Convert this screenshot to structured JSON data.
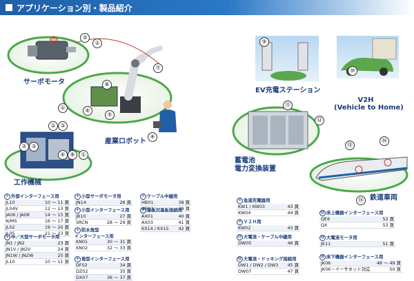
{
  "header": {
    "title": "アプリケーション別・製品紹介"
  },
  "labels": {
    "servo": "サーボモータ",
    "robot": "産業ロボット",
    "machine": "工作機械",
    "ev": "EV充電ステーション",
    "v2h_1": "V2H",
    "v2h_2": "(Vehicle to Home)",
    "storage_1": "蓄電池",
    "storage_2": "電力変換装置",
    "rail": "鉄道車両"
  },
  "markers": {
    "m1": "①",
    "m2": "②",
    "m3": "③",
    "m4": "④",
    "m5": "⑤",
    "m6": "⑥",
    "m7": "⑦",
    "m8": "⑧",
    "m9": "⑨",
    "m10": "⑩",
    "m11": "⑪",
    "m12": "⑫",
    "m13": "⑬",
    "m14": "⑭",
    "m15": "⑮"
  },
  "sections": [
    {
      "num": "①",
      "title": "外部インターフェース用",
      "rows": [
        [
          "JL10",
          "10 ～ 11 頁"
        ],
        [
          "JL04V",
          "12 ～ 13 頁"
        ],
        [
          "JA06 / JA08",
          "14 ～ 15 頁"
        ],
        [
          "N/MS",
          "16 ～ 17 頁"
        ],
        [
          "JL02",
          "19 ～ 20 頁"
        ],
        [
          "JL05",
          "21 ～ 23 頁"
        ]
      ]
    },
    {
      "num": "②",
      "title": "中／大型サーボモータ用",
      "rows": [
        [
          "JN1 / JN2",
          "23 頁"
        ],
        [
          "JN1V / JN2V",
          "24 頁"
        ],
        [
          "JN1W / JN2W",
          "25 頁"
        ],
        [
          "JL10",
          "10 ～ 11 頁"
        ]
      ]
    },
    {
      "num": "③",
      "title": "小型サーボモータ用",
      "rows": [
        [
          "JN14",
          "26 頁"
        ]
      ]
    },
    {
      "num": "④",
      "title": "小型インターフェース用",
      "rows": [
        [
          "JB10",
          "27 頁"
        ],
        [
          "SRCN",
          "28 ～ 29 頁"
        ]
      ]
    },
    {
      "num": "⑤",
      "title": "防水角型\nインターフェース用",
      "rows": [
        [
          "KN01",
          "30 ～ 31 頁"
        ],
        [
          "KN02",
          "32 ～ 33 頁"
        ]
      ]
    },
    {
      "num": "⑥",
      "title": "角型インターフェース用",
      "rows": [
        [
          "DF02",
          "34 頁"
        ],
        [
          "DZ02",
          "35 頁"
        ],
        [
          "DX07",
          "36 ～ 37 頁"
        ]
      ]
    },
    {
      "num": "⑦",
      "title": "ケーブル中継用",
      "rows": [
        [
          "HB01",
          "38 頁"
        ],
        [
          "HB03",
          "39 頁"
        ]
      ]
    },
    {
      "num": "⑧",
      "title": "基板対基板接続用",
      "rows": [
        [
          "AX01",
          "40 頁"
        ],
        [
          "AX03",
          "41 頁"
        ],
        [
          "KX14 / KX15",
          "42 頁"
        ]
      ]
    },
    {
      "num": "⑨",
      "title": "急速充電器用",
      "rows": [
        [
          "KW1 / KW03",
          "43 頁"
        ],
        [
          "KW04",
          "44 頁"
        ]
      ]
    },
    {
      "num": "⑩",
      "title": "Ｖ２Ｈ用",
      "rows": [
        [
          "KW02",
          "43 頁"
        ]
      ]
    },
    {
      "num": "⑪",
      "title": "大電流・ケーブル中継用",
      "rows": [
        [
          "DW05",
          "46 頁"
        ]
      ]
    },
    {
      "num": "⑫",
      "title": "大電流・ドッキング接続用",
      "rows": [
        [
          "DW1 / DW2 / DW3",
          "45 頁"
        ],
        [
          "DW07",
          "47 頁"
        ]
      ]
    },
    {
      "num": "⑬",
      "title": "床上機器インターフェース用",
      "rows": [
        [
          "QE6",
          "52 頁"
        ],
        [
          "QX",
          "53 頁"
        ]
      ]
    },
    {
      "num": "⑭",
      "title": "大電流モータ用",
      "rows": [
        [
          "JK11",
          "51 頁"
        ]
      ]
    },
    {
      "num": "⑮",
      "title": "床下機器インターフェース用",
      "rows": [
        [
          "JK06",
          "48 ～ 49 頁"
        ],
        [
          "JK06・イーサネット対応",
          "50 頁"
        ]
      ]
    }
  ],
  "colors": {
    "accent": "#1f5fa8",
    "ring": "#4aa84a",
    "callout": "#c0392b"
  }
}
